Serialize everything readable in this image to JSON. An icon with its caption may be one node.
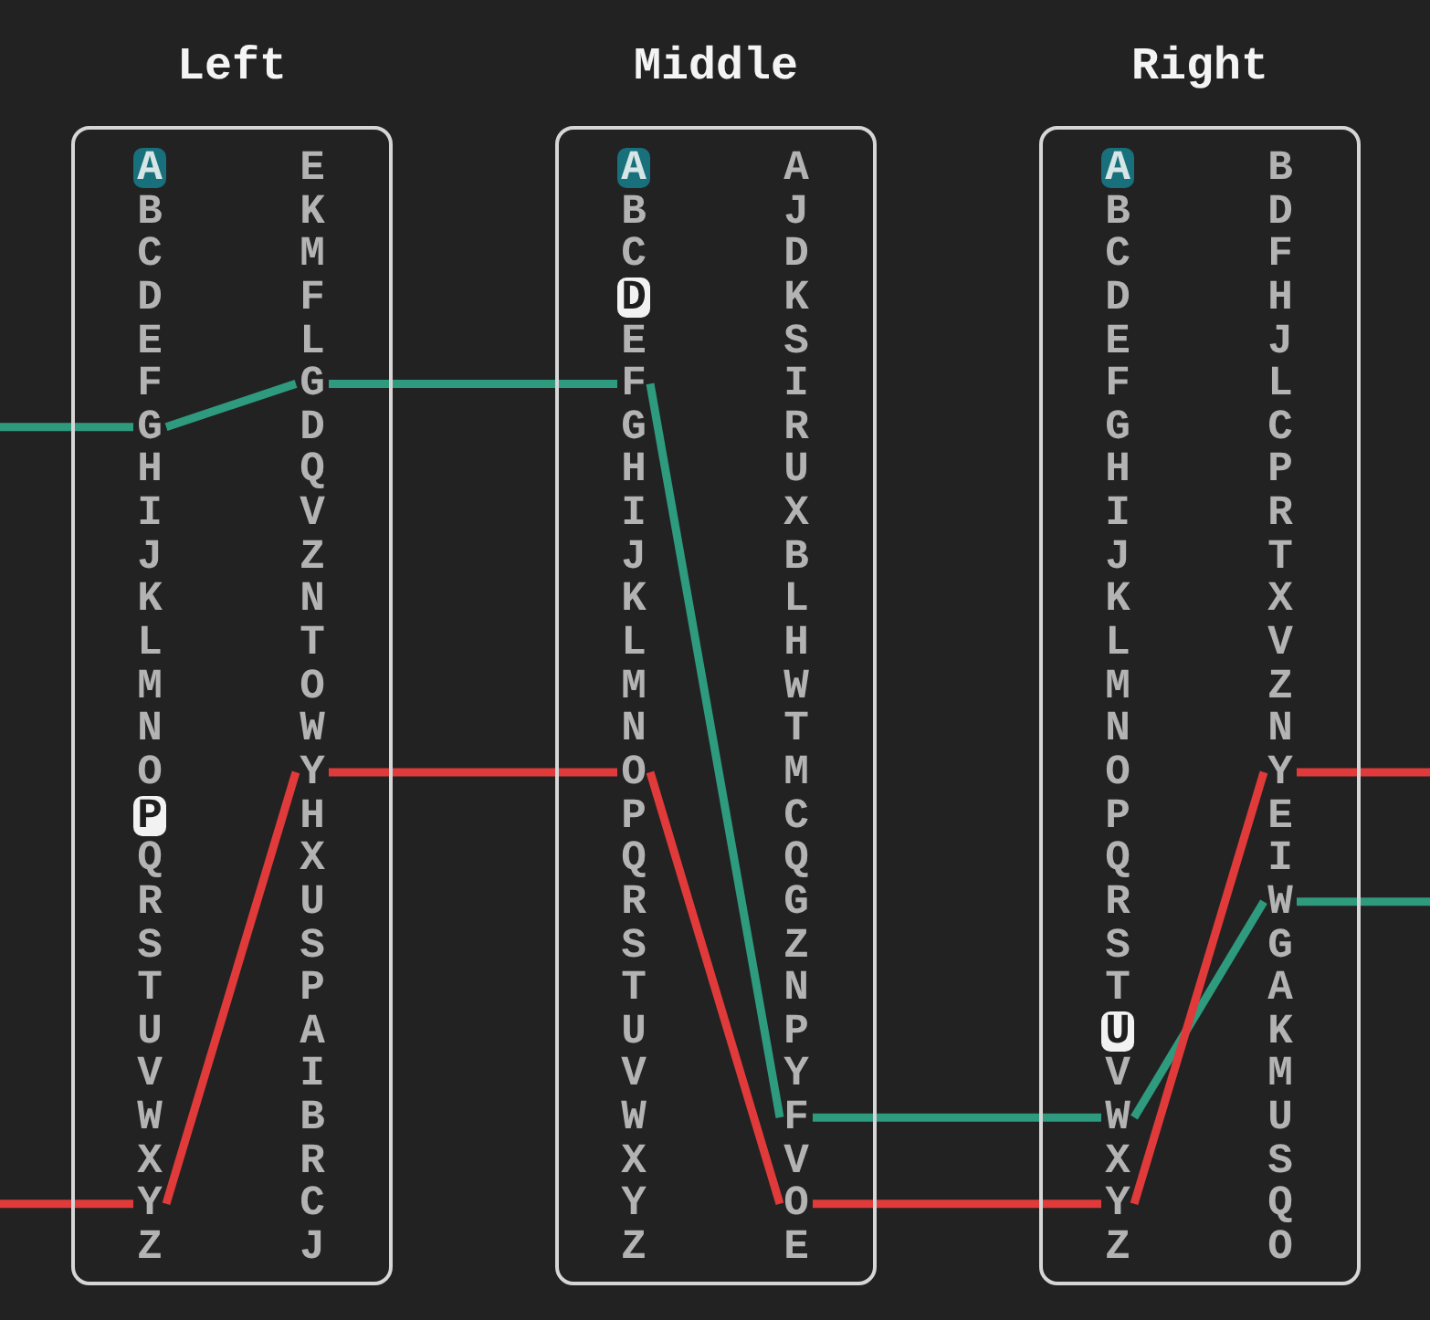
{
  "diagram": {
    "nodes": [
      {
        "text": [
          "Left"
        ]
      },
      {
        "text": [
          "A"
        ],
        "in": 0
      },
      {
        "text": [
          "B"
        ],
        "in": 0
      },
      {
        "text": [
          "C"
        ],
        "in": 0
      },
      {
        "text": [
          "D"
        ],
        "in": 0
      },
      {
        "text": [
          "E"
        ],
        "in": 0
      },
      {
        "text": [
          "F"
        ],
        "in": 0
      },
      {
        "text": [
          "G"
        ],
        "in": 0
      },
      {
        "text": [
          "H"
        ],
        "in": 0
      },
      {
        "text": [
          "I"
        ],
        "in": 0
      },
      {
        "text": [
          "J"
        ],
        "in": 0
      },
      {
        "text": [
          "K"
        ],
        "in": 0
      },
      {
        "text": [
          "L"
        ],
        "in": 0
      },
      {
        "text": [
          "M"
        ],
        "in": 0
      },
      {
        "text": [
          "N"
        ],
        "in": 0
      },
      {
        "text": [
          "O"
        ],
        "in": 0
      },
      {
        "text": [
          "P"
        ],
        "in": 0
      },
      {
        "text": [
          "Q"
        ],
        "in": 0
      },
      {
        "text": [
          "R"
        ],
        "in": 0
      },
      {
        "text": [
          "S"
        ],
        "in": 0
      },
      {
        "text": [
          "T"
        ],
        "in": 0
      },
      {
        "text": [
          "U"
        ],
        "in": 0
      },
      {
        "text": [
          "V"
        ],
        "in": 0
      },
      {
        "text": [
          "W"
        ],
        "in": 0
      },
      {
        "text": [
          "X"
        ],
        "in": 0
      },
      {
        "text": [
          "Y"
        ],
        "in": 0
      },
      {
        "text": [
          "Z"
        ],
        "in": 0
      },
      {
        "text": [
          "E"
        ],
        "in": 0
      },
      {
        "text": [
          "K"
        ],
        "in": 0
      },
      {
        "text": [
          "M"
        ],
        "in": 0
      },
      {
        "text": [
          "F"
        ],
        "in": 0
      },
      {
        "text": [
          "L"
        ],
        "in": 0
      },
      {
        "text": [
          "G"
        ],
        "in": 0
      },
      {
        "text": [
          "D"
        ],
        "in": 0
      },
      {
        "text": [
          "Q"
        ],
        "in": 0
      },
      {
        "text": [
          "V"
        ],
        "in": 0
      },
      {
        "text": [
          "Z"
        ],
        "in": 0
      },
      {
        "text": [
          "N"
        ],
        "in": 0
      },
      {
        "text": [
          "T"
        ],
        "in": 0
      },
      {
        "text": [
          "O"
        ],
        "in": 0
      },
      {
        "text": [
          "W"
        ],
        "in": 0
      },
      {
        "text": [
          "Y"
        ],
        "in": 0
      },
      {
        "text": [
          "H"
        ],
        "in": 0
      },
      {
        "text": [
          "X"
        ],
        "in": 0
      },
      {
        "text": [
          "U"
        ],
        "in": 0
      },
      {
        "text": [
          "S"
        ],
        "in": 0
      },
      {
        "text": [
          "P"
        ],
        "in": 0
      },
      {
        "text": [
          "A"
        ],
        "in": 0
      },
      {
        "text": [
          "I"
        ],
        "in": 0
      },
      {
        "text": [
          "B"
        ],
        "in": 0
      },
      {
        "text": [
          "R"
        ],
        "in": 0
      },
      {
        "text": [
          "C"
        ],
        "in": 0
      },
      {
        "text": [
          "J"
        ],
        "in": 0
      },
      {
        "text": [
          "Middle"
        ]
      },
      {
        "text": [
          "A"
        ],
        "in": 53
      },
      {
        "text": [
          "B"
        ],
        "in": 53
      },
      {
        "text": [
          "C"
        ],
        "in": 53
      },
      {
        "text": [
          "D"
        ],
        "in": 53
      },
      {
        "text": [
          "E"
        ],
        "in": 53
      },
      {
        "text": [
          "F"
        ],
        "in": 53
      },
      {
        "text": [
          "G"
        ],
        "in": 53
      },
      {
        "text": [
          "H"
        ],
        "in": 53
      },
      {
        "text": [
          "I"
        ],
        "in": 53
      },
      {
        "text": [
          "J"
        ],
        "in": 53
      },
      {
        "text": [
          "K"
        ],
        "in": 53
      },
      {
        "text": [
          "L"
        ],
        "in": 53
      },
      {
        "text": [
          "M"
        ],
        "in": 53
      },
      {
        "text": [
          "N"
        ],
        "in": 53
      },
      {
        "text": [
          "O"
        ],
        "in": 53
      },
      {
        "text": [
          "P"
        ],
        "in": 53
      },
      {
        "text": [
          "Q"
        ],
        "in": 53
      },
      {
        "text": [
          "R"
        ],
        "in": 53
      },
      {
        "text": [
          "S"
        ],
        "in": 53
      },
      {
        "text": [
          "T"
        ],
        "in": 53
      },
      {
        "text": [
          "U"
        ],
        "in": 53
      },
      {
        "text": [
          "V"
        ],
        "in": 53
      },
      {
        "text": [
          "W"
        ],
        "in": 53
      },
      {
        "text": [
          "X"
        ],
        "in": 53
      },
      {
        "text": [
          "Y"
        ],
        "in": 53
      },
      {
        "text": [
          "Z"
        ],
        "in": 53
      },
      {
        "text": [
          "A"
        ],
        "in": 53
      },
      {
        "text": [
          "J"
        ],
        "in": 53
      },
      {
        "text": [
          "D"
        ],
        "in": 53
      },
      {
        "text": [
          "K"
        ],
        "in": 53
      },
      {
        "text": [
          "S"
        ],
        "in": 53
      },
      {
        "text": [
          "I"
        ],
        "in": 53
      },
      {
        "text": [
          "R"
        ],
        "in": 53
      },
      {
        "text": [
          "U"
        ],
        "in": 53
      },
      {
        "text": [
          "X"
        ],
        "in": 53
      },
      {
        "text": [
          "B"
        ],
        "in": 53
      },
      {
        "text": [
          "L"
        ],
        "in": 53
      },
      {
        "text": [
          "H"
        ],
        "in": 53
      },
      {
        "text": [
          "W"
        ],
        "in": 53
      },
      {
        "text": [
          "T"
        ],
        "in": 53
      },
      {
        "text": [
          "M"
        ],
        "in": 53
      },
      {
        "text": [
          "C"
        ],
        "in": 53
      },
      {
        "text": [
          "Q"
        ],
        "in": 53
      },
      {
        "text": [
          "G"
        ],
        "in": 53
      },
      {
        "text": [
          "Z"
        ],
        "in": 53
      },
      {
        "text": [
          "N"
        ],
        "in": 53
      },
      {
        "text": [
          "P"
        ],
        "in": 53
      },
      {
        "text": [
          "Y"
        ],
        "in": 53
      },
      {
        "text": [
          "F"
        ],
        "in": 53
      },
      {
        "text": [
          "V"
        ],
        "in": 53
      },
      {
        "text": [
          "O"
        ],
        "in": 53
      },
      {
        "text": [
          "E"
        ],
        "in": 53
      },
      {
        "text": [
          "Right"
        ]
      },
      {
        "text": [
          "A"
        ],
        "in": 106
      },
      {
        "text": [
          "B"
        ],
        "in": 106
      },
      {
        "text": [
          "C"
        ],
        "in": 106
      },
      {
        "text": [
          "D"
        ],
        "in": 106
      },
      {
        "text": [
          "E"
        ],
        "in": 106
      },
      {
        "text": [
          "F"
        ],
        "in": 106
      },
      {
        "text": [
          "G"
        ],
        "in": 106
      },
      {
        "text": [
          "H"
        ],
        "in": 106
      },
      {
        "text": [
          "I"
        ],
        "in": 106
      },
      {
        "text": [
          "J"
        ],
        "in": 106
      },
      {
        "text": [
          "K"
        ],
        "in": 106
      },
      {
        "text": [
          "L"
        ],
        "in": 106
      },
      {
        "text": [
          "M"
        ],
        "in": 106
      },
      {
        "text": [
          "N"
        ],
        "in": 106
      },
      {
        "text": [
          "O"
        ],
        "in": 106
      },
      {
        "text": [
          "P"
        ],
        "in": 106
      },
      {
        "text": [
          "Q"
        ],
        "in": 106
      },
      {
        "text": [
          "R"
        ],
        "in": 106
      },
      {
        "text": [
          "S"
        ],
        "in": 106
      },
      {
        "text": [
          "T"
        ],
        "in": 106
      },
      {
        "text": [
          "U"
        ],
        "in": 106
      },
      {
        "text": [
          "V"
        ],
        "in": 106
      },
      {
        "text": [
          "W"
        ],
        "in": 106
      },
      {
        "text": [
          "X"
        ],
        "in": 106
      },
      {
        "text": [
          "Y"
        ],
        "in": 106
      },
      {
        "text": [
          "Z"
        ],
        "in": 106
      },
      {
        "text": [
          "B"
        ],
        "in": 106
      },
      {
        "text": [
          "D"
        ],
        "in": 106
      },
      {
        "text": [
          "F"
        ],
        "in": 106
      },
      {
        "text": [
          "H"
        ],
        "in": 106
      },
      {
        "text": [
          "J"
        ],
        "in": 106
      },
      {
        "text": [
          "L"
        ],
        "in": 106
      },
      {
        "text": [
          "C"
        ],
        "in": 106
      },
      {
        "text": [
          "P"
        ],
        "in": 106
      },
      {
        "text": [
          "R"
        ],
        "in": 106
      },
      {
        "text": [
          "T"
        ],
        "in": 106
      },
      {
        "text": [
          "X"
        ],
        "in": 106
      },
      {
        "text": [
          "V"
        ],
        "in": 106
      },
      {
        "text": [
          "Z"
        ],
        "in": 106
      },
      {
        "text": [
          "N"
        ],
        "in": 106
      },
      {
        "text": [
          "Y"
        ],
        "in": 106
      },
      {
        "text": [
          "E"
        ],
        "in": 106
      },
      {
        "text": [
          "I"
        ],
        "in": 106
      },
      {
        "text": [
          "W"
        ],
        "in": 106
      },
      {
        "text": [
          "G"
        ],
        "in": 106
      },
      {
        "text": [
          "A"
        ],
        "in": 106
      },
      {
        "text": [
          "K"
        ],
        "in": 106
      },
      {
        "text": [
          "M"
        ],
        "in": 106
      },
      {
        "text": [
          "U"
        ],
        "in": 106
      },
      {
        "text": [
          "S"
        ],
        "in": 106
      },
      {
        "text": [
          "Q"
        ],
        "in": 106
      },
      {
        "text": [
          "O"
        ],
        "in": 106
      }
    ],
    "edges": [
      {
        "from": null,
        "to": 7,
        "arrow": "none",
        "color": "#2e9a7e"
      },
      {
        "from": 7,
        "to": 32,
        "arrow": "none",
        "color": "#2e9a7e"
      },
      {
        "from": 32,
        "to": 59,
        "arrow": "none",
        "color": "#2e9a7e"
      },
      {
        "from": 59,
        "to": 102,
        "arrow": "none",
        "color": "#2e9a7e"
      },
      {
        "from": 102,
        "to": 129,
        "arrow": "none",
        "color": "#2e9a7e"
      },
      {
        "from": 129,
        "to": 150,
        "arrow": "none",
        "color": "#2e9a7e"
      },
      {
        "from": 150,
        "to": null,
        "arrow": "none",
        "color": "#2e9a7e"
      },
      {
        "from": null,
        "to": 25,
        "arrow": "none",
        "color": "#e03a3a"
      },
      {
        "from": 25,
        "to": 41,
        "arrow": "none",
        "color": "#e03a3a"
      },
      {
        "from": 41,
        "to": 68,
        "arrow": "none",
        "color": "#e03a3a"
      },
      {
        "from": 68,
        "to": 104,
        "arrow": "none",
        "color": "#e03a3a"
      },
      {
        "from": 104,
        "to": 131,
        "arrow": "none",
        "color": "#e03a3a"
      },
      {
        "from": 131,
        "to": 147,
        "arrow": "none",
        "color": "#e03a3a"
      },
      {
        "from": 147,
        "to": null,
        "arrow": "none",
        "color": "#e03a3a"
      }
    ]
  }
}
